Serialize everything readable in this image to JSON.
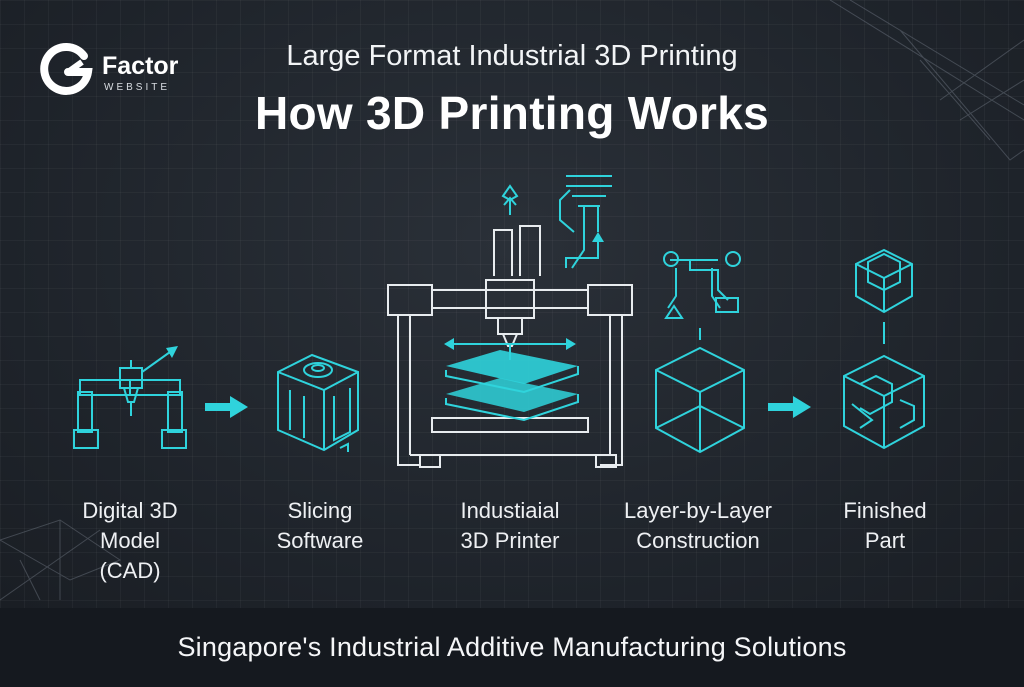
{
  "brand": {
    "name": "Factor",
    "sub": "WEBSITE"
  },
  "header": {
    "title": "Large Format Industrial 3D Printing",
    "headline": "How 3D Printing Works"
  },
  "steps": [
    {
      "lines": [
        "Digital 3D",
        "Model",
        "(CAD)"
      ]
    },
    {
      "lines": [
        "Slicing",
        "Software"
      ]
    },
    {
      "lines": [
        "Industiaial",
        "3D Printer"
      ]
    },
    {
      "lines": [
        "Layer-by-Layer",
        "Construction"
      ]
    },
    {
      "lines": [
        "Finished",
        "Part"
      ]
    }
  ],
  "footer": {
    "text": "Singapore's Industrial Additive Manufacturing Solutions"
  },
  "colors": {
    "accent": "#2fd3dc",
    "line": "#e8ecef",
    "bg": "#1f242c",
    "footer": "#15191f"
  },
  "icons": [
    "cad-gantry-icon",
    "slicer-cube-icon",
    "industrial-printer-icon",
    "layer-cube-icon",
    "finished-part-icon"
  ]
}
